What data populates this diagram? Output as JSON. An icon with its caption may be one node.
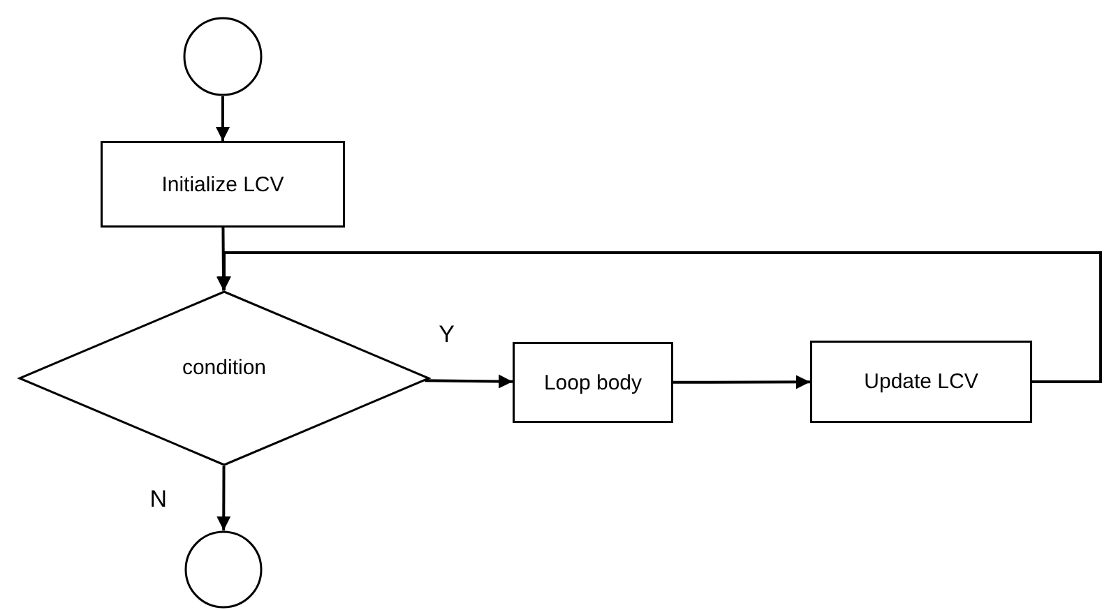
{
  "diagram": {
    "nodes": [
      {
        "text": [],
        "shape": "circle"
      },
      {
        "text": [
          "Initialize LCV"
        ]
      },
      {
        "text": [
          "condition"
        ]
      },
      {
        "text": [
          "Loop body"
        ]
      },
      {
        "text": [
          "Update LCV"
        ]
      },
      {
        "text": [],
        "shape": "circle"
      }
    ],
    "edges": [
      {
        "from": 0,
        "to": 1,
        "arrow": "to"
      },
      {
        "from": 1,
        "to": 2,
        "arrow": "to"
      },
      {
        "from": 2,
        "to": 3,
        "arrow": "to",
        "label": "Y"
      },
      {
        "from": 3,
        "to": 4,
        "arrow": "to"
      },
      {
        "from": 4,
        "to": 2,
        "arrow": "to"
      },
      {
        "from": 2,
        "to": 5,
        "arrow": "to",
        "label": "N"
      }
    ]
  }
}
